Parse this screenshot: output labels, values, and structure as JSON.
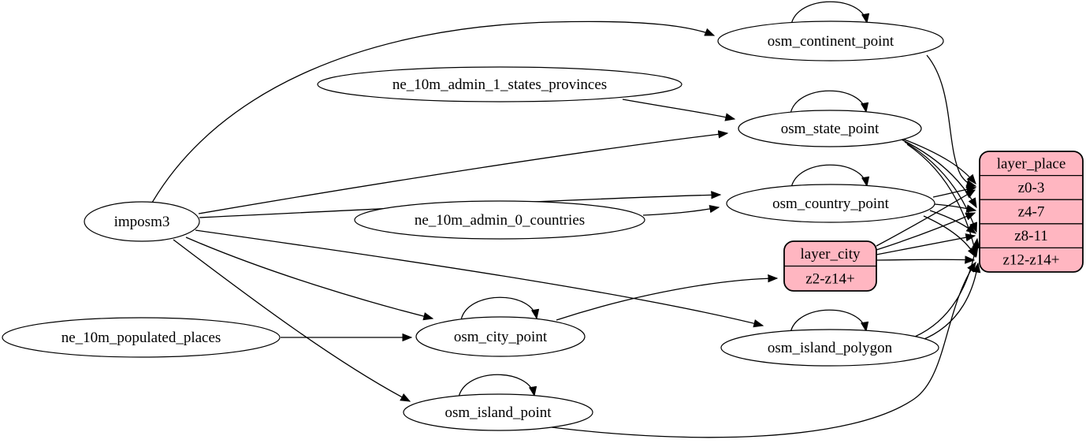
{
  "diagram": {
    "kind": "etl-graph",
    "background": "#ffffff",
    "edge_color": "#000000",
    "node_fill": "#ffffff",
    "node_stroke": "#000000",
    "record_fill": "#ffb6c1",
    "record_stroke": "#000000"
  },
  "nodes": [
    {
      "id": "imposm3",
      "label": "imposm3"
    },
    {
      "id": "ne_10m_admin_1_states_provinces",
      "label": "ne_10m_admin_1_states_provinces"
    },
    {
      "id": "ne_10m_admin_0_countries",
      "label": "ne_10m_admin_0_countries"
    },
    {
      "id": "ne_10m_populated_places",
      "label": "ne_10m_populated_places"
    },
    {
      "id": "osm_continent_point",
      "label": "osm_continent_point"
    },
    {
      "id": "osm_state_point",
      "label": "osm_state_point"
    },
    {
      "id": "osm_country_point",
      "label": "osm_country_point"
    },
    {
      "id": "osm_city_point",
      "label": "osm_city_point"
    },
    {
      "id": "osm_island_polygon",
      "label": "osm_island_polygon"
    },
    {
      "id": "osm_island_point",
      "label": "osm_island_point"
    }
  ],
  "records": [
    {
      "id": "layer_city",
      "header": "layer_city",
      "rows": [
        "z2-z14+"
      ]
    },
    {
      "id": "layer_place",
      "header": "layer_place",
      "rows": [
        "z0-3",
        "z4-7",
        "z8-11",
        "z12-z14+"
      ]
    }
  ],
  "edges": [
    {
      "from": "imposm3",
      "to": "osm_continent_point"
    },
    {
      "from": "imposm3",
      "to": "osm_state_point"
    },
    {
      "from": "imposm3",
      "to": "osm_country_point"
    },
    {
      "from": "imposm3",
      "to": "osm_city_point"
    },
    {
      "from": "imposm3",
      "to": "osm_island_polygon"
    },
    {
      "from": "imposm3",
      "to": "osm_island_point"
    },
    {
      "from": "ne_10m_admin_1_states_provinces",
      "to": "osm_state_point"
    },
    {
      "from": "ne_10m_admin_0_countries",
      "to": "osm_country_point"
    },
    {
      "from": "ne_10m_populated_places",
      "to": "osm_city_point"
    },
    {
      "from": "osm_continent_point",
      "to": "osm_continent_point"
    },
    {
      "from": "osm_state_point",
      "to": "osm_state_point"
    },
    {
      "from": "osm_country_point",
      "to": "osm_country_point"
    },
    {
      "from": "osm_city_point",
      "to": "osm_city_point"
    },
    {
      "from": "osm_island_polygon",
      "to": "osm_island_polygon"
    },
    {
      "from": "osm_island_point",
      "to": "osm_island_point"
    },
    {
      "from": "osm_continent_point",
      "to": "layer_place",
      "port": "z0-3"
    },
    {
      "from": "osm_state_point",
      "to": "layer_place",
      "port": "z0-3"
    },
    {
      "from": "osm_state_point",
      "to": "layer_place",
      "port": "z4-7"
    },
    {
      "from": "osm_state_point",
      "to": "layer_place",
      "port": "z8-11"
    },
    {
      "from": "osm_state_point",
      "to": "layer_place",
      "port": "z12-z14+"
    },
    {
      "from": "osm_country_point",
      "to": "layer_place",
      "port": "z0-3"
    },
    {
      "from": "osm_country_point",
      "to": "layer_place",
      "port": "z4-7"
    },
    {
      "from": "osm_country_point",
      "to": "layer_place",
      "port": "z8-11"
    },
    {
      "from": "osm_country_point",
      "to": "layer_place",
      "port": "z12-z14+"
    },
    {
      "from": "osm_city_point",
      "to": "layer_city",
      "port": "z2-z14+"
    },
    {
      "from": "layer_city",
      "to": "layer_place",
      "port": "z0-3"
    },
    {
      "from": "layer_city",
      "to": "layer_place",
      "port": "z4-7"
    },
    {
      "from": "layer_city",
      "to": "layer_place",
      "port": "z8-11"
    },
    {
      "from": "layer_city",
      "to": "layer_place",
      "port": "z12-z14+"
    },
    {
      "from": "osm_island_polygon",
      "to": "layer_place",
      "port": "z8-11"
    },
    {
      "from": "osm_island_polygon",
      "to": "layer_place",
      "port": "z12-z14+"
    },
    {
      "from": "osm_island_point",
      "to": "layer_place",
      "port": "z12-z14+"
    }
  ]
}
